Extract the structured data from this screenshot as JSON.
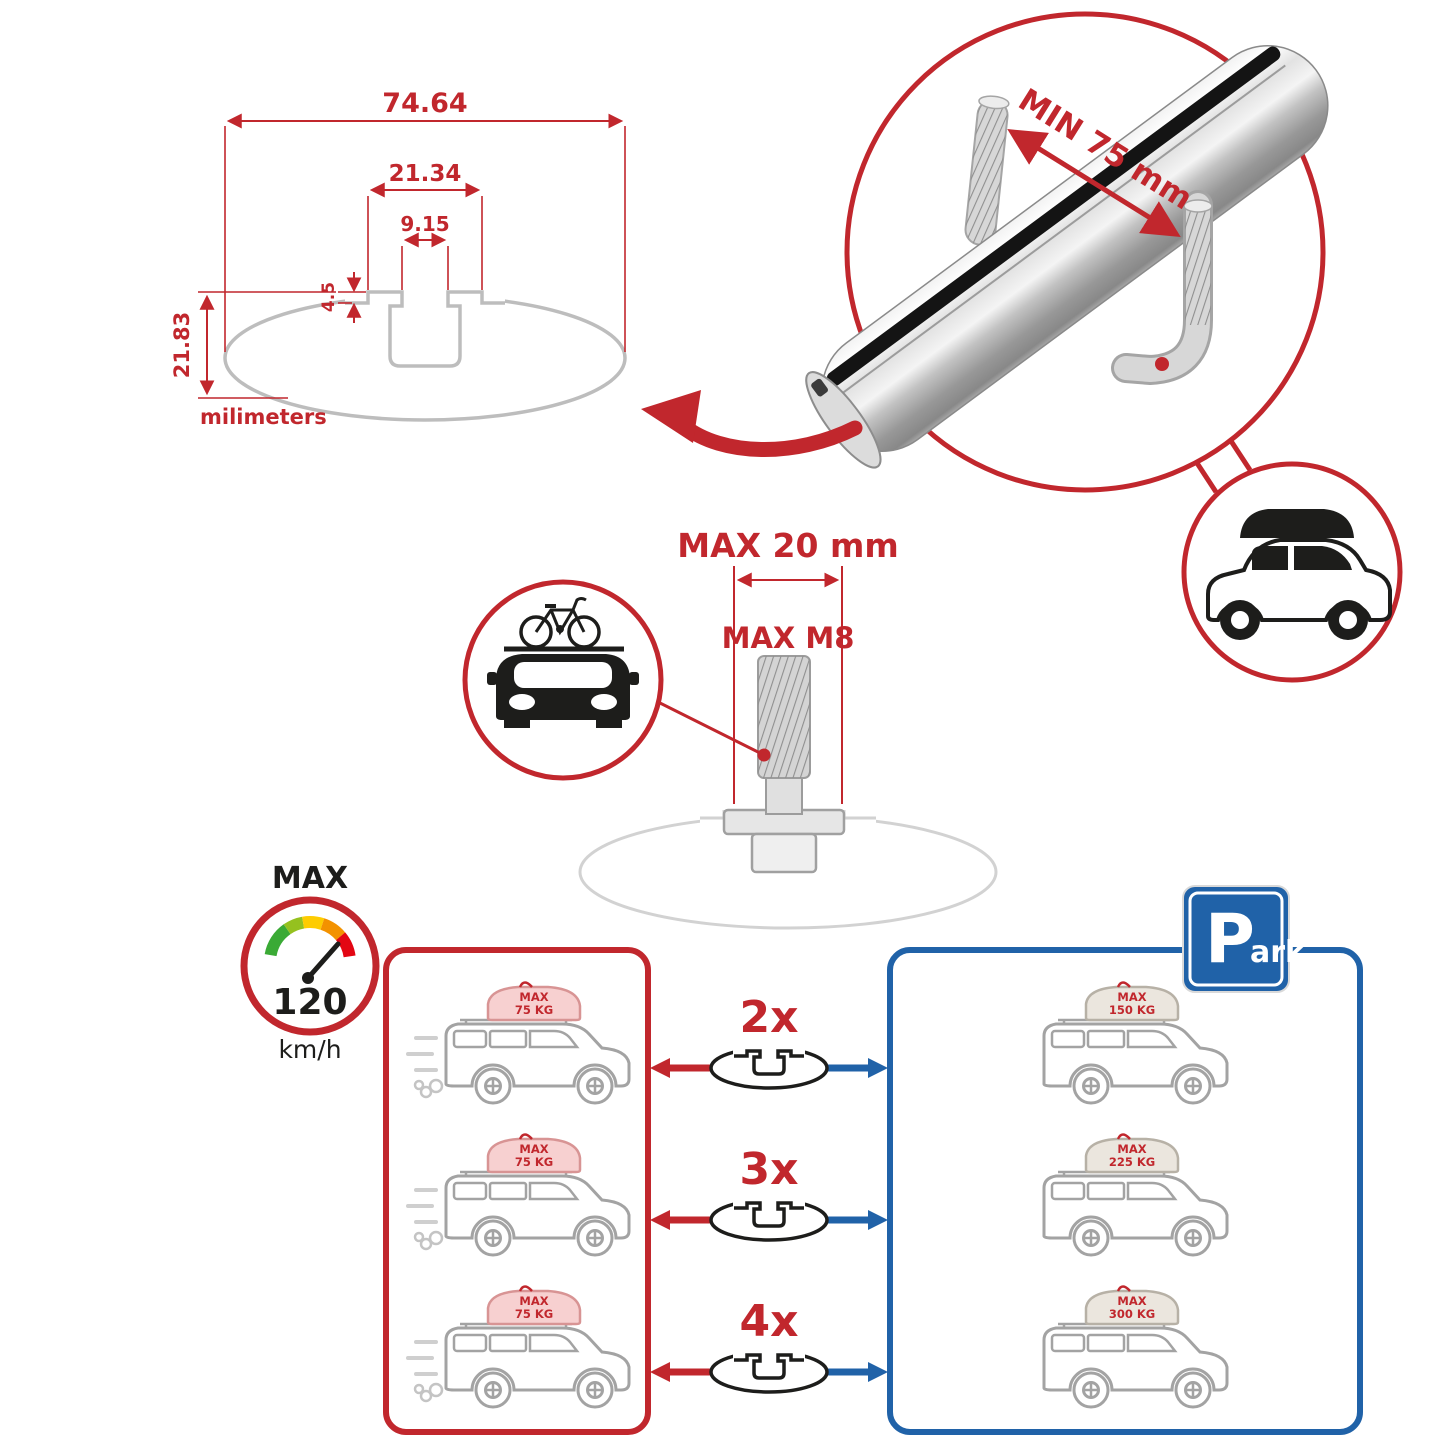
{
  "colors": {
    "accent_red": "#c1272d",
    "accent_blue": "#2062a8",
    "profile_gray": "#bdbdbd",
    "art_black": "#1d1d1b"
  },
  "cross_section": {
    "width_total": "74.64",
    "width_outer_channel": "21.34",
    "width_inner_channel": "9.15",
    "lip_height": "4.5",
    "profile_height": "21.83",
    "units": "milimeters"
  },
  "bar_photo": {
    "min_clamp_label": "MIN 75 mm"
  },
  "bolt": {
    "max_width_label": "MAX 20 mm",
    "max_thread_label": "MAX M8"
  },
  "speed_limit": {
    "title": "MAX",
    "value": "120",
    "unit": "km/h"
  },
  "park_sign": {
    "p": "P",
    "ark": "ark"
  },
  "left_panel": {
    "cars": [
      {
        "line1": "MAX",
        "line2": "75 KG"
      },
      {
        "line1": "MAX",
        "line2": "75 KG"
      },
      {
        "line1": "MAX",
        "line2": "75 KG"
      }
    ]
  },
  "quantity_rows": [
    {
      "label": "2x"
    },
    {
      "label": "3x"
    },
    {
      "label": "4x"
    }
  ],
  "right_panel": {
    "cars": [
      {
        "line1": "MAX",
        "line2": "150 KG"
      },
      {
        "line1": "MAX",
        "line2": "225 KG"
      },
      {
        "line1": "MAX",
        "line2": "300 KG"
      }
    ]
  }
}
